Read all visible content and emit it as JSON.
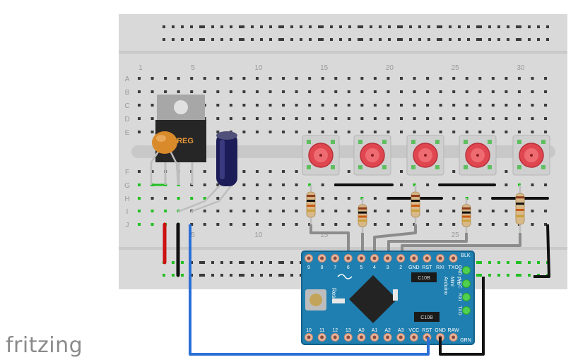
{
  "brand": {
    "logo_text": "fritzing"
  },
  "breadboard": {
    "row_labels_top": [
      "A",
      "B",
      "C",
      "D",
      "E"
    ],
    "row_labels_bottom": [
      "F",
      "G",
      "H",
      "I",
      "J"
    ],
    "column_numbers_top": [
      "1",
      "5",
      "10",
      "15",
      "20",
      "25",
      "30"
    ],
    "column_numbers_bottom": [
      "5",
      "10",
      "15",
      "25"
    ],
    "color": "#d9d9d9"
  },
  "regulator": {
    "label": "REG"
  },
  "arduino": {
    "board_name_lines": [
      "Arduino",
      "Mini",
      "Pro"
    ],
    "reset_label": "Reset",
    "chip_labels": [
      "C10B",
      "C10B"
    ],
    "top_pins": [
      "9",
      "8",
      "7",
      "6",
      "5",
      "4",
      "3",
      "2",
      "GND",
      "RST",
      "RXI",
      "TXO"
    ],
    "top_right_label": "BLK",
    "bottom_pins": [
      "10",
      "11",
      "12",
      "13",
      "A0",
      "A1",
      "A2",
      "A3",
      "VCC",
      "RST",
      "GND",
      "RAW"
    ],
    "bottom_right_label": "GRN",
    "side_pins": [
      "GND",
      "VCC",
      "RXI",
      "TXO"
    ],
    "color": "#1f7fb0"
  },
  "buttons": {
    "count": 5
  },
  "wires": {
    "red": "#cc1111",
    "black": "#111111",
    "blue": "#2a6fd6",
    "gray": "#8c8c8c",
    "green": "#23c023"
  }
}
